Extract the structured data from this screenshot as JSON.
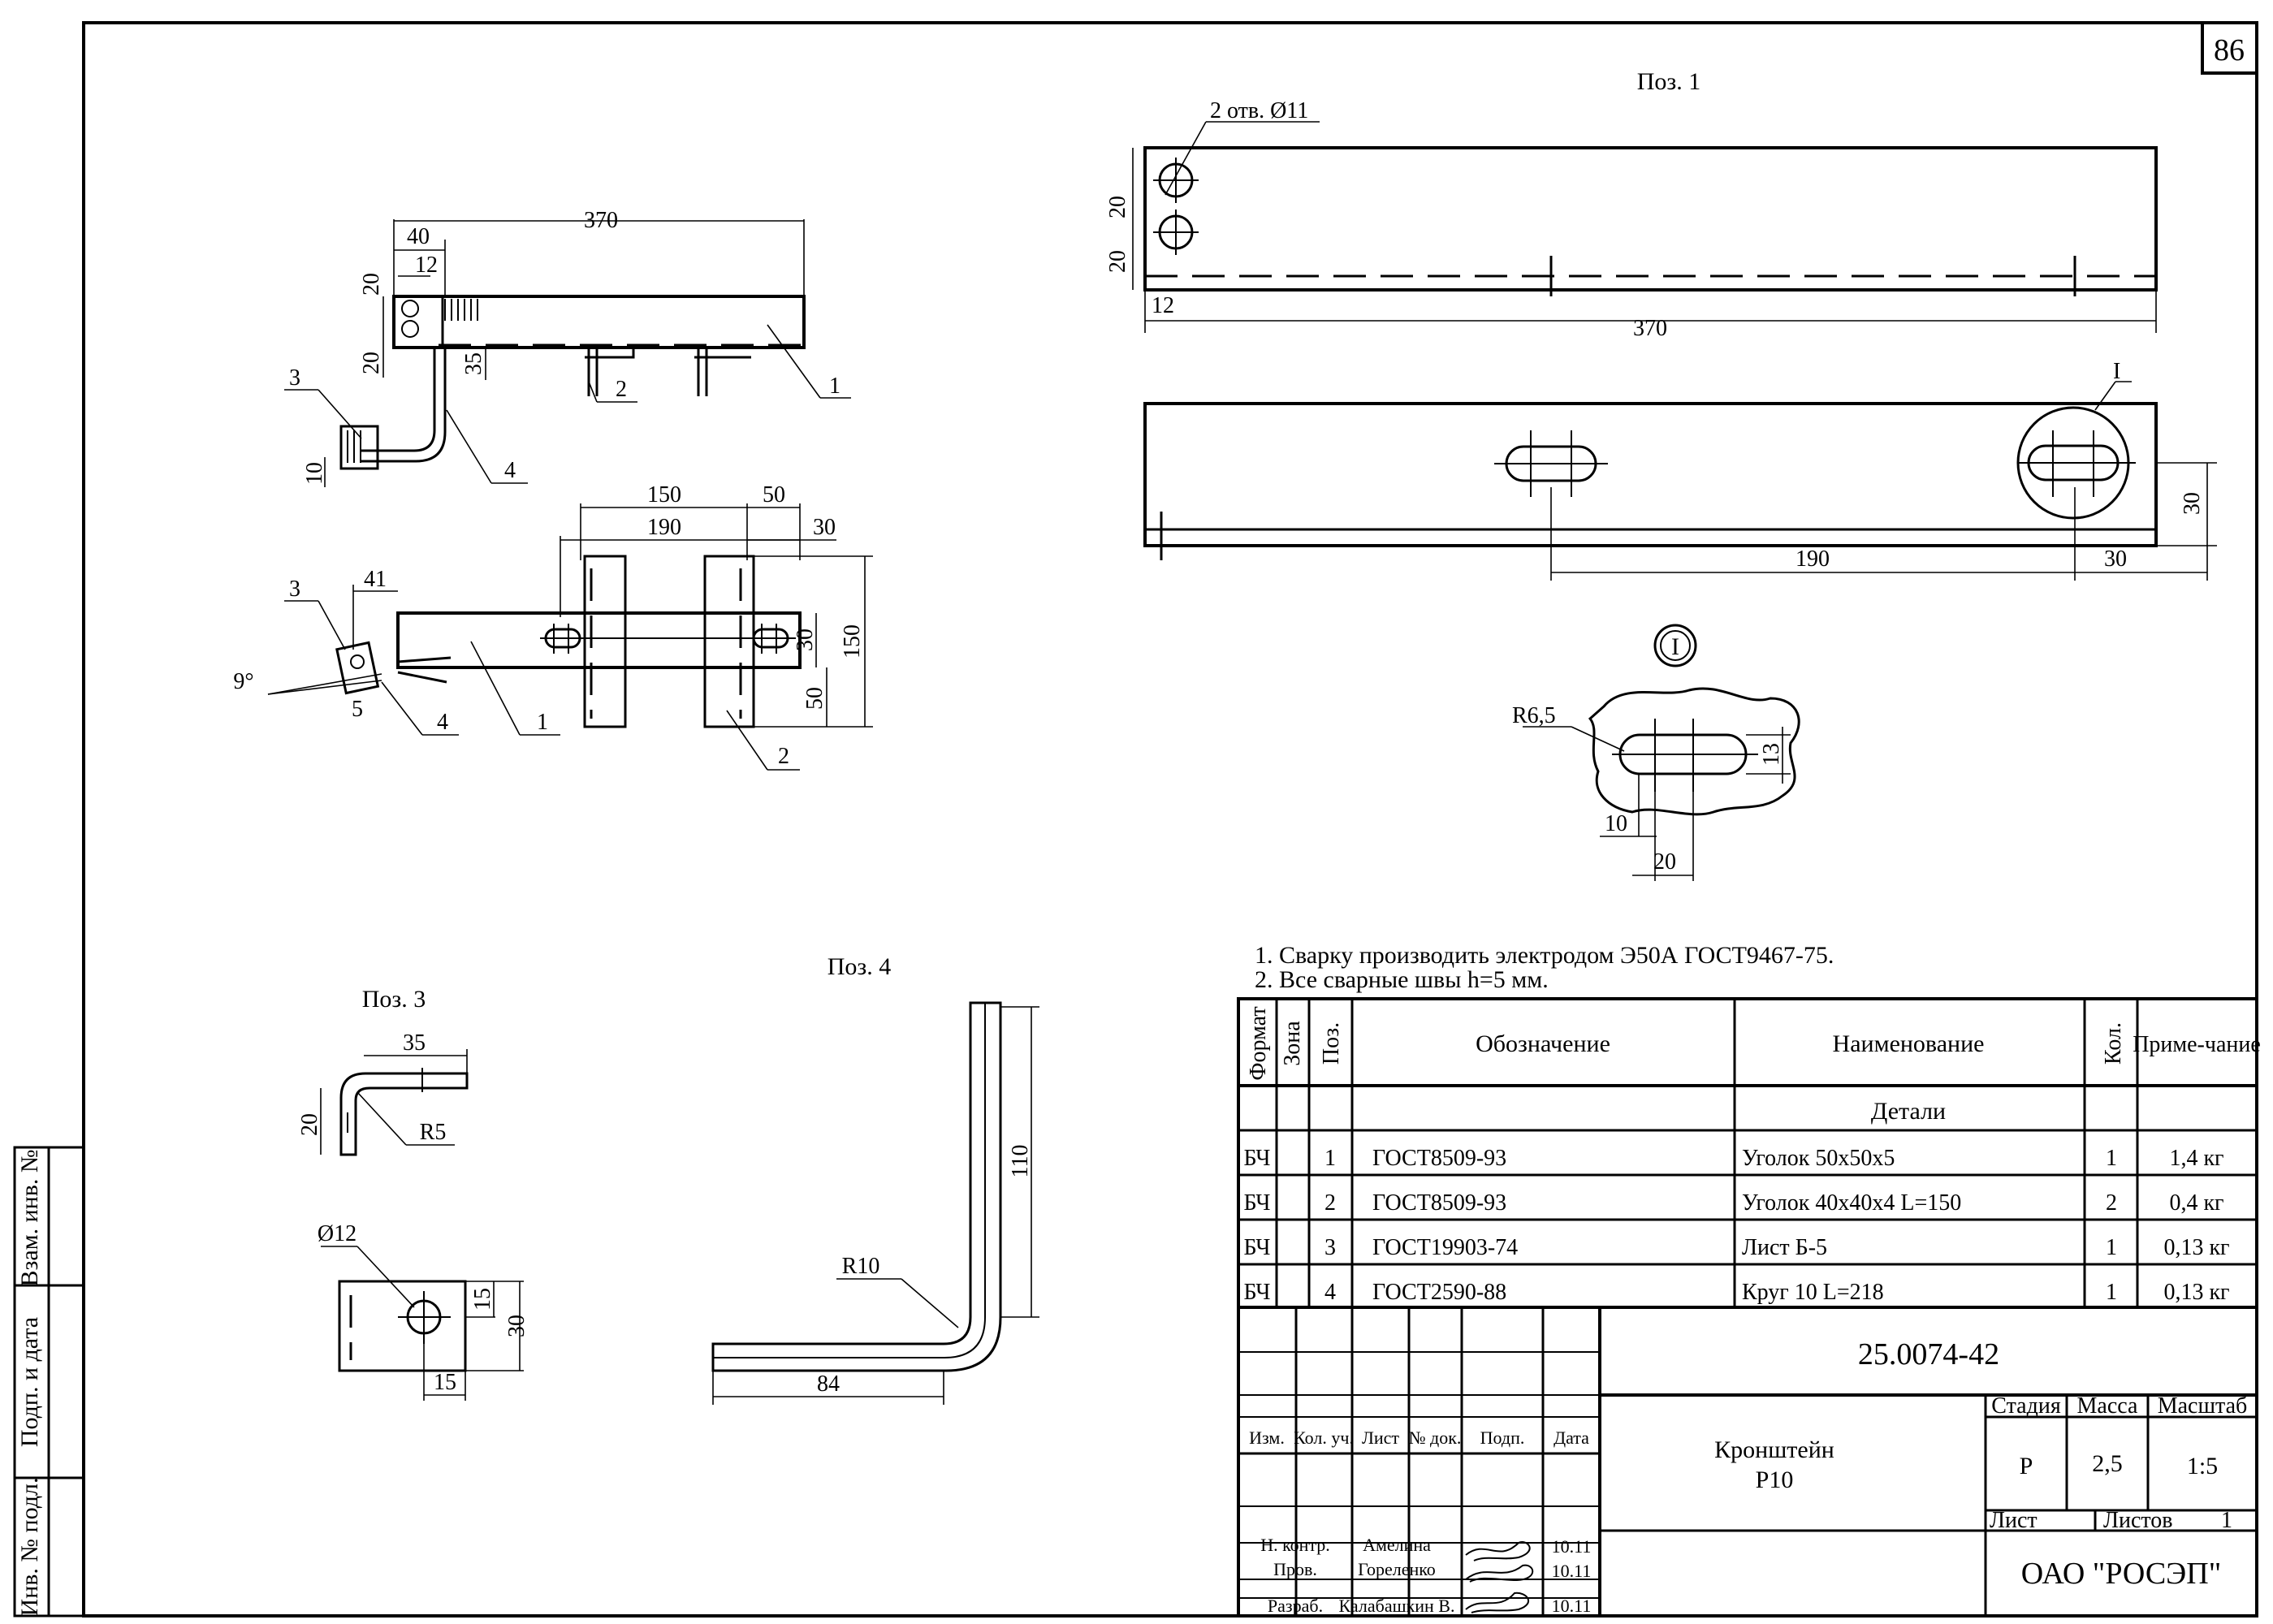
{
  "sheet_number": "86",
  "side_stamps": [
    "Взам. инв. №",
    "Подп. и дата",
    "Инв. № подл."
  ],
  "views": {
    "pos1": {
      "title": "Поз. 1",
      "holes_note": "2 отв. Ø11",
      "dims": [
        "20",
        "20",
        "12",
        "370",
        "190",
        "30",
        "30"
      ],
      "detail_marker": "I"
    },
    "detail_I": {
      "marker": "I",
      "dims": [
        "R6,5",
        "13",
        "10",
        "20"
      ]
    },
    "assembly_top": {
      "dims": [
        "370",
        "40",
        "12",
        "20",
        "20",
        "35",
        "10"
      ],
      "callouts": [
        "1",
        "2",
        "3",
        "4"
      ]
    },
    "assembly_plan": {
      "dims": [
        "150",
        "50",
        "190",
        "30",
        "41",
        "30",
        "150",
        "50",
        "9°",
        "5"
      ],
      "callouts": [
        "3",
        "4",
        "1",
        "2"
      ]
    },
    "pos3": {
      "title": "Поз. 3",
      "dims": [
        "35",
        "20",
        "R5",
        "Ø12",
        "15",
        "30",
        "15"
      ]
    },
    "pos4": {
      "title": "Поз. 4",
      "dims": [
        "110",
        "R10",
        "84"
      ]
    }
  },
  "notes": [
    "1. Сварку производить электродом Э50А ГОСТ9467-75.",
    "2. Все сварные швы h=5 мм."
  ],
  "spec": {
    "headers": {
      "format": "Формат",
      "zone": "Зона",
      "pos": "Поз.",
      "designation": "Обозначение",
      "name": "Наименование",
      "qty": "Кол.",
      "note": "Приме-чание"
    },
    "section": "Детали",
    "rows": [
      {
        "format": "БЧ",
        "pos": "1",
        "designation": "ГОСТ8509-93",
        "name": "Уголок 50х50х5",
        "qty": "1",
        "note": "1,4 кг"
      },
      {
        "format": "БЧ",
        "pos": "2",
        "designation": "ГОСТ8509-93",
        "name": "Уголок 40х40х4 L=150",
        "qty": "2",
        "note": "0,4 кг"
      },
      {
        "format": "БЧ",
        "pos": "3",
        "designation": "ГОСТ19903-74",
        "name": "Лист Б-5",
        "qty": "1",
        "note": "0,13 кг"
      },
      {
        "format": "БЧ",
        "pos": "4",
        "designation": "ГОСТ2590-88",
        "name": "Круг 10 L=218",
        "qty": "1",
        "note": "0,13 кг"
      }
    ]
  },
  "title_block": {
    "doc_number": "25.0074-42",
    "title_line1": "Кронштейн",
    "title_line2": "Р10",
    "stage_label": "Стадия",
    "mass_label": "Масса",
    "scale_label": "Масштаб",
    "stage": "Р",
    "mass": "2,5",
    "scale": "1:5",
    "sheet_label": "Лист",
    "sheets_label": "Листов",
    "sheets": "1",
    "org": "ОАО \"РОСЭП\"",
    "cols": [
      "Изм.",
      "Кол. уч.",
      "Лист",
      "№ док.",
      "Подп.",
      "Дата"
    ],
    "signers": [
      {
        "role": "Н. контр.",
        "name": "Амелина",
        "date": "10.11"
      },
      {
        "role": "Пров.",
        "name": "Гореленко",
        "date": "10.11"
      },
      {
        "role": "Разраб.",
        "name": "Калабашкин В.",
        "date": "10.11"
      }
    ]
  }
}
